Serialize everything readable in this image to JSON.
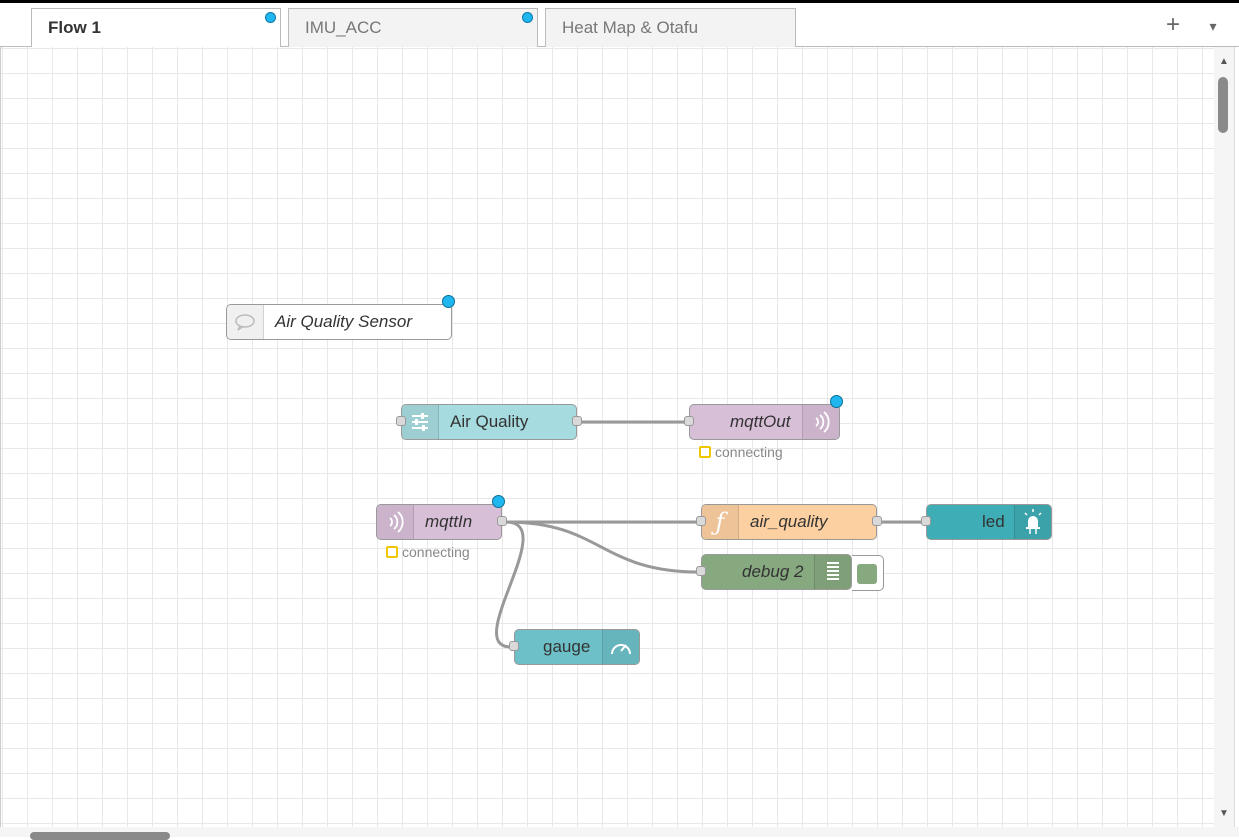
{
  "tabs": [
    {
      "label": "Flow 1",
      "active": true,
      "changed": true
    },
    {
      "label": "IMU_ACC",
      "active": false,
      "changed": true
    },
    {
      "label": "Heat Map & Otafu",
      "active": false,
      "changed": false
    }
  ],
  "toolbar": {
    "add_icon": "+",
    "menu_icon": "▾"
  },
  "nodes": {
    "comment": {
      "label": "Air Quality Sensor",
      "icon": "speech-bubble-icon",
      "color": "#ffffff"
    },
    "inject": {
      "label": "Air Quality",
      "icon": "sliders-icon",
      "color": "#a6dbe0"
    },
    "mqtt_out": {
      "label": "mqttOut",
      "icon": "wireless-icon",
      "color": "#d8bfd8",
      "status": "connecting"
    },
    "mqtt_in": {
      "label": "mqttIn",
      "icon": "wireless-icon",
      "color": "#d8bfd8",
      "status": "connecting"
    },
    "function": {
      "label": "air_quality",
      "icon": "function-icon",
      "color": "#fdd0a2"
    },
    "led": {
      "label": "led",
      "icon": "led-icon",
      "color": "#3fadb5"
    },
    "debug": {
      "label": "debug 2",
      "icon": "list-icon",
      "color": "#87a980"
    },
    "gauge": {
      "label": "gauge",
      "icon": "gauge-icon",
      "color": "#6dc0c8"
    }
  },
  "colors": {
    "changed_dot": "#20b7f0",
    "status_connecting": "#f0c800",
    "wire": "#999999"
  }
}
